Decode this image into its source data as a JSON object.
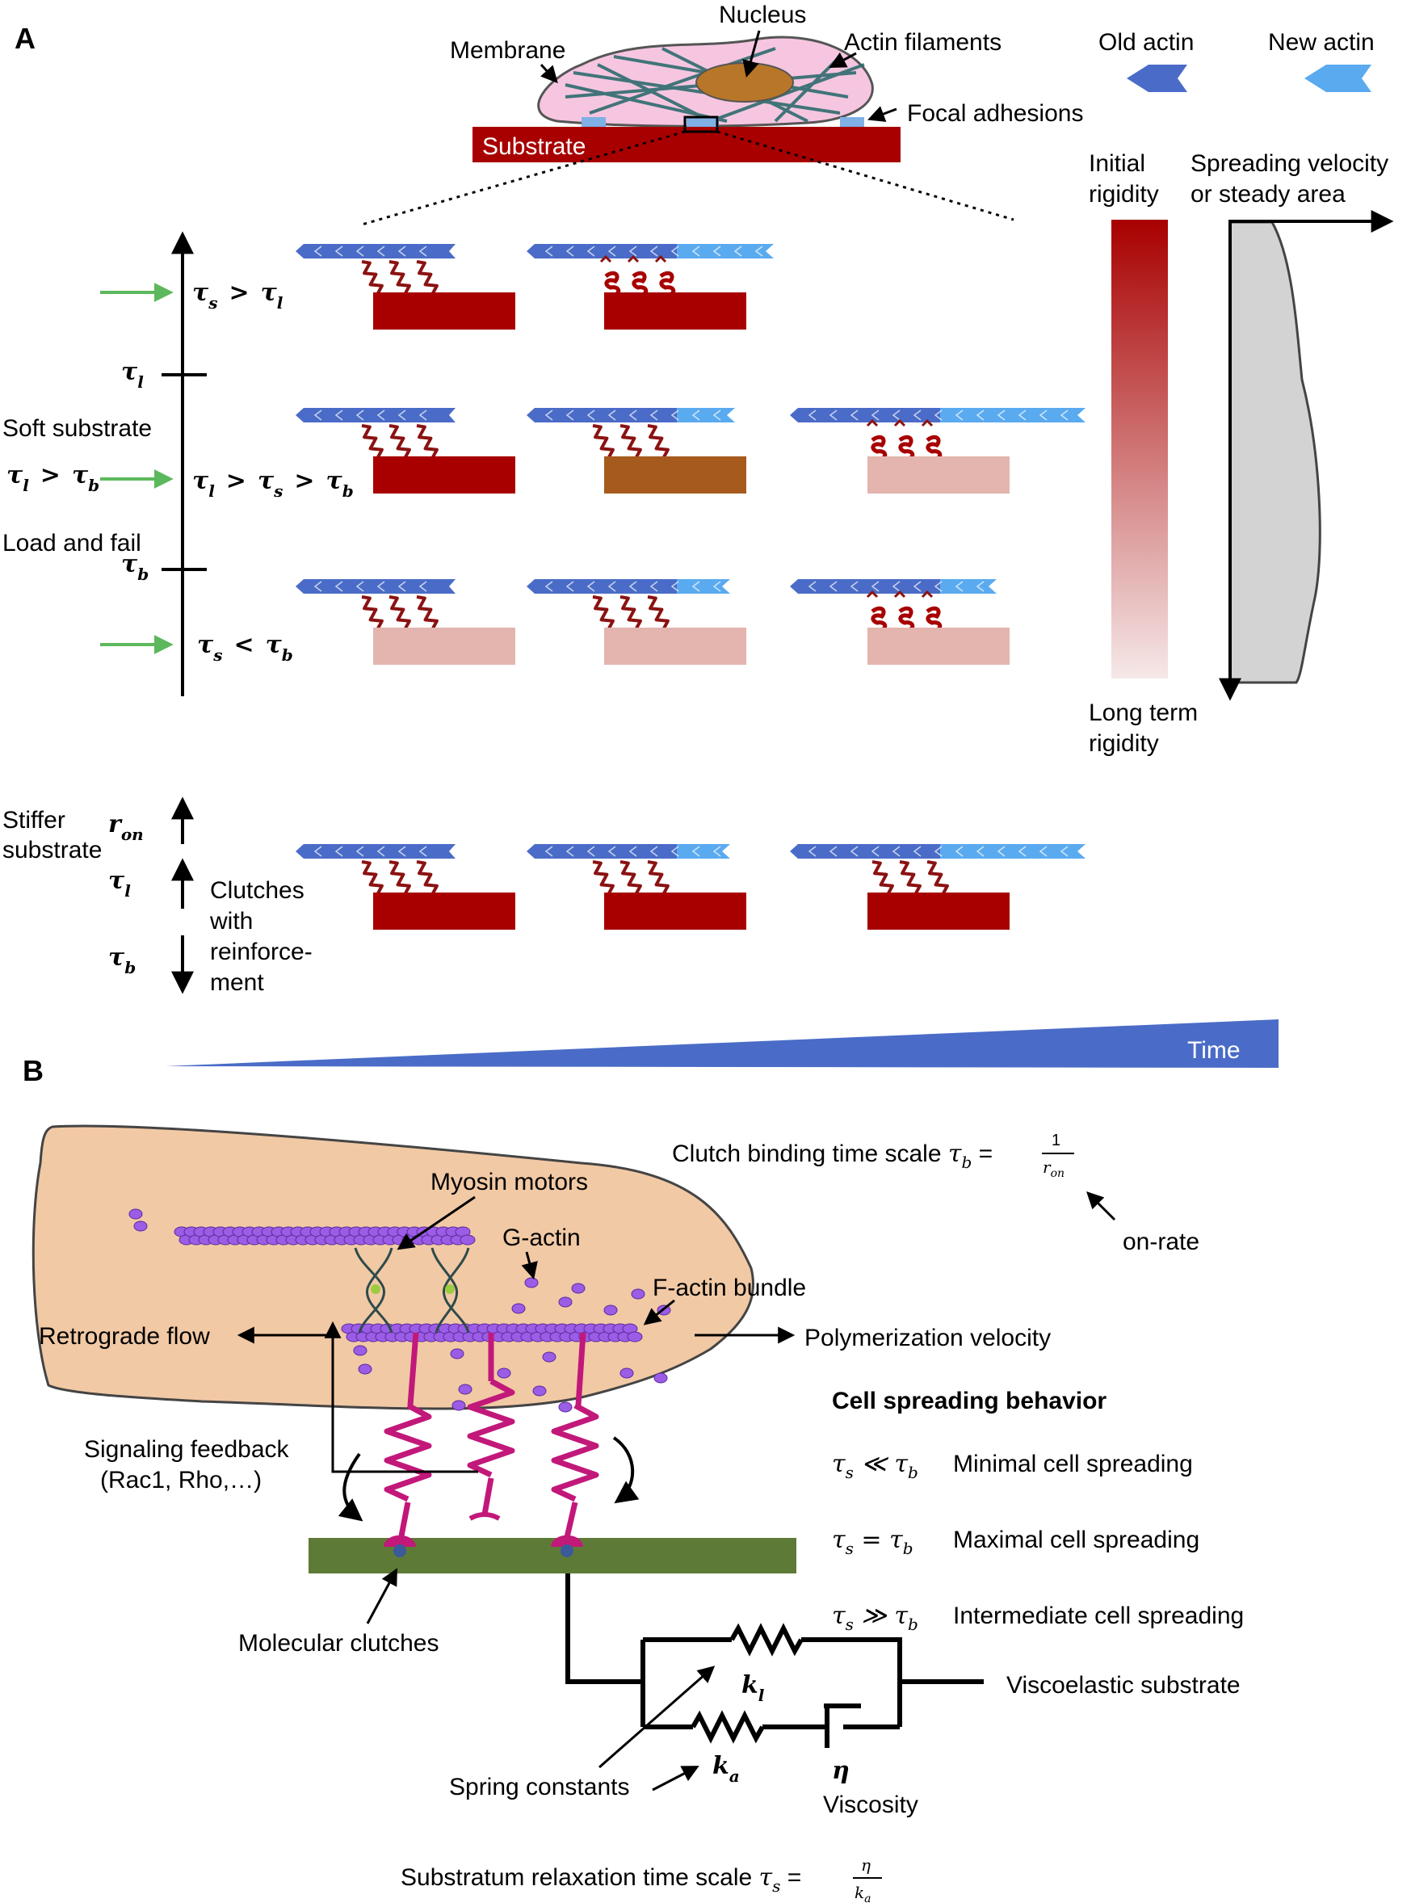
{
  "panel_a": {
    "label": "A",
    "cell": {
      "nucleus": "Nucleus",
      "membrane": "Membrane",
      "actin_filaments": "Actin filaments",
      "focal_adhesions": "Focal adhesions",
      "substrate": "Substrate"
    },
    "legend": {
      "old_actin": "Old actin",
      "new_actin": "New actin"
    },
    "regimes": {
      "ts_gt_tl": {
        "left": "τ",
        "sub_s": "s",
        "op": ">",
        "sub_l": "l"
      },
      "tl_mark": {
        "base": "τ",
        "sub": "l"
      },
      "soft_substrate": "Soft substrate",
      "tl_gt_tb": {
        "base": "τ",
        "sub1": "l",
        "op": ">",
        "sub2": "b"
      },
      "middle": {
        "base": "τ",
        "sub1": "l",
        "sub2": "s",
        "sub3": "b",
        "op": ">"
      },
      "load_and_fail": "Load and fail",
      "tb_mark": {
        "base": "τ",
        "sub": "b"
      },
      "ts_lt_tb": {
        "base": "τ",
        "sub1": "s",
        "op": "<",
        "sub2": "b"
      }
    },
    "rigidity": {
      "initial_1": "Initial",
      "initial_2": "rigidity",
      "long_1": "Long term",
      "long_2": "rigidity"
    },
    "spreading_axis": {
      "line1": "Spreading velocity",
      "line2": "or steady area"
    },
    "stiffer": {
      "label_1": "Stiffer",
      "label_2": "substrate",
      "r_on": {
        "base": "r",
        "sub": "on"
      },
      "tau_l": {
        "base": "τ",
        "sub": "l"
      },
      "tau_b": {
        "base": "τ",
        "sub": "b"
      },
      "clutches": [
        "Clutches",
        "with",
        "reinforce-",
        "ment"
      ]
    },
    "time_label": "Time"
  },
  "panel_b": {
    "label": "B",
    "clutch_binding": {
      "text": "Clutch binding time scale ",
      "tau": "τ",
      "sub": "b",
      "eq": " = ",
      "num": "1",
      "den_base": "r",
      "den_sub": "on"
    },
    "on_rate": "on-rate",
    "myosin_motors": "Myosin motors",
    "g_actin": "G-actin",
    "f_actin_bundle": "F-actin bundle",
    "retrograde_flow": "Retrograde flow",
    "polymerization_velocity": "Polymerization velocity",
    "signaling_1": "Signaling feedback",
    "signaling_2": "(Rac1, Rho,…)",
    "molecular_clutches": "Molecular clutches",
    "spreading_behavior": {
      "title": "Cell spreading behavior",
      "rows": [
        {
          "sub1": "s",
          "op": "≪",
          "sub2": "b",
          "text": "Minimal cell spreading"
        },
        {
          "sub1": "s",
          "op": "=",
          "sub2": "b",
          "text": "Maximal cell spreading"
        },
        {
          "sub1": "s",
          "op": "≫",
          "sub2": "b",
          "text": "Intermediate cell spreading"
        }
      ]
    },
    "viscoelastic_substrate": "Viscoelastic substrate",
    "k_l": {
      "base": "k",
      "sub": "l"
    },
    "k_a": {
      "base": "k",
      "sub": "a"
    },
    "eta": "η",
    "spring_constants": "Spring constants",
    "viscosity": "Viscosity",
    "relaxation": {
      "text": "Substratum relaxation time scale ",
      "tau": "τ",
      "sub": "s",
      "eq": " = ",
      "num": "η",
      "den_base": "k",
      "den_sub": "a"
    }
  },
  "colors": {
    "old_actin": "#4a6cc8",
    "new_actin": "#5aaaf0",
    "substrate_rigid": "#a80000",
    "substrate_mid": "#a65a1e",
    "substrate_soft": "#e3b5ae",
    "clutch_spring": "#8b1212",
    "cell_body": "#f1c9a5",
    "clutch_pink": "#c2187a",
    "green_substrate": "#5d7b36",
    "arrow_green": "#5cb85c",
    "myosin": "#9b5ce6"
  }
}
